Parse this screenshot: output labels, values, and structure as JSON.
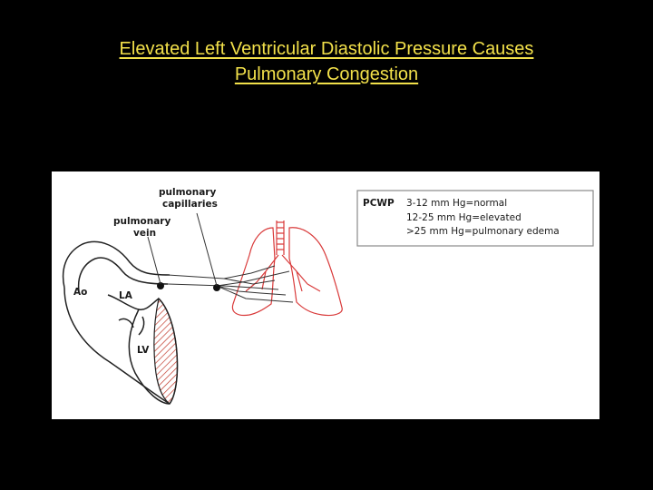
{
  "title": {
    "line1": "Elevated Left Ventricular Diastolic Pressure Causes",
    "line2": "Pulmonary Congestion"
  },
  "diagram": {
    "labels": {
      "pulmonary_capillaries_1": "pulmonary",
      "pulmonary_capillaries_2": "capillaries",
      "pulmonary_vein_1": "pulmonary",
      "pulmonary_vein_2": "vein",
      "aorta": "Ao",
      "left_atrium": "LA",
      "left_ventricle": "LV"
    },
    "pcwp": {
      "label": "PCWP",
      "lines": [
        "3-12 mm Hg=normal",
        "12-25 mm Hg=elevated",
        ">25 mm Hg=pulmonary edema"
      ]
    },
    "colors": {
      "lungs": "#d93a3a",
      "heart_outline": "#222222",
      "hatch": "#c0392b",
      "title": "#f2e04a"
    }
  }
}
